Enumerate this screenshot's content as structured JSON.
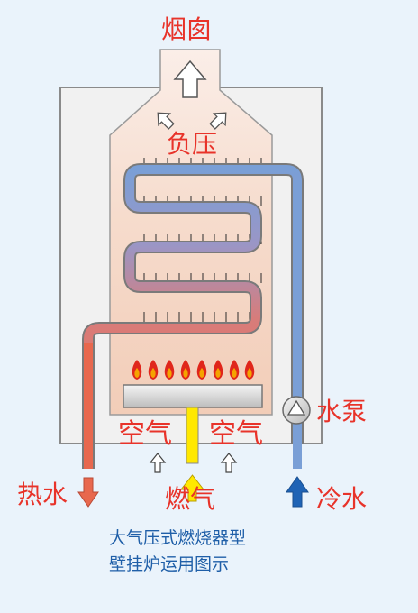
{
  "labels": {
    "chimney": "烟囱",
    "negative_pressure": "负压",
    "water_pump": "水泵",
    "air_left": "空气",
    "air_right": "空气",
    "hot_water": "热水",
    "gas": "燃气",
    "cold_water": "冷水"
  },
  "caption": {
    "line1": "大气压式燃烧器型",
    "line2": "壁挂炉运用图示"
  },
  "colors": {
    "background": "#eaf3fb",
    "label_red": "#e8332a",
    "caption_blue": "#1f5fa8",
    "hot_pipe": "#e8684e",
    "cold_pipe": "#7a9fd6",
    "gas_yellow": "#ffe800",
    "flame_orange": "#f5a300"
  },
  "icons": [
    "up-arrow-icon",
    "flame-icon",
    "pump-icon",
    "down-arrow-icon"
  ]
}
